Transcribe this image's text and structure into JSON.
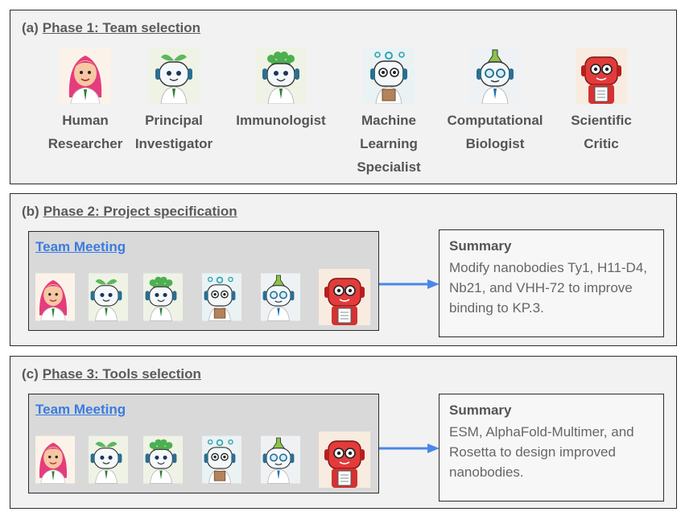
{
  "phase1": {
    "tag": "(a)",
    "title": "Phase 1: Team selection",
    "members": [
      {
        "name": "Human\nResearcher",
        "icon": "human-researcher-avatar"
      },
      {
        "name": "Principal\nInvestigator",
        "icon": "principal-investigator-robot"
      },
      {
        "name": "Immunologist",
        "icon": "immunologist-robot"
      },
      {
        "name": "Machine\nLearning\nSpecialist",
        "icon": "ml-specialist-robot"
      },
      {
        "name": "Computational\nBiologist",
        "icon": "computational-biologist-robot"
      },
      {
        "name": "Scientific\nCritic",
        "icon": "scientific-critic-robot"
      }
    ]
  },
  "phase2": {
    "tag": "(b)",
    "title": "Phase 2: Project specification",
    "meeting_label": "Team Meeting",
    "summary_title": "Summary",
    "summary_text": "Modify nanobodies Ty1, H11-D4, Nb21, and VHH-72 to improve binding to KP.3."
  },
  "phase3": {
    "tag": "(c)",
    "title": "Phase 3: Tools selection",
    "meeting_label": "Team Meeting",
    "summary_title": "Summary",
    "summary_text": "ESM, AlphaFold-Multimer, and Rosetta to design improved nanobodies."
  },
  "colors": {
    "arrow": "#4a86e8",
    "link": "#3a7be0",
    "panel_bg": "#f2f2f2",
    "meeting_bg": "#d9d9d9"
  }
}
